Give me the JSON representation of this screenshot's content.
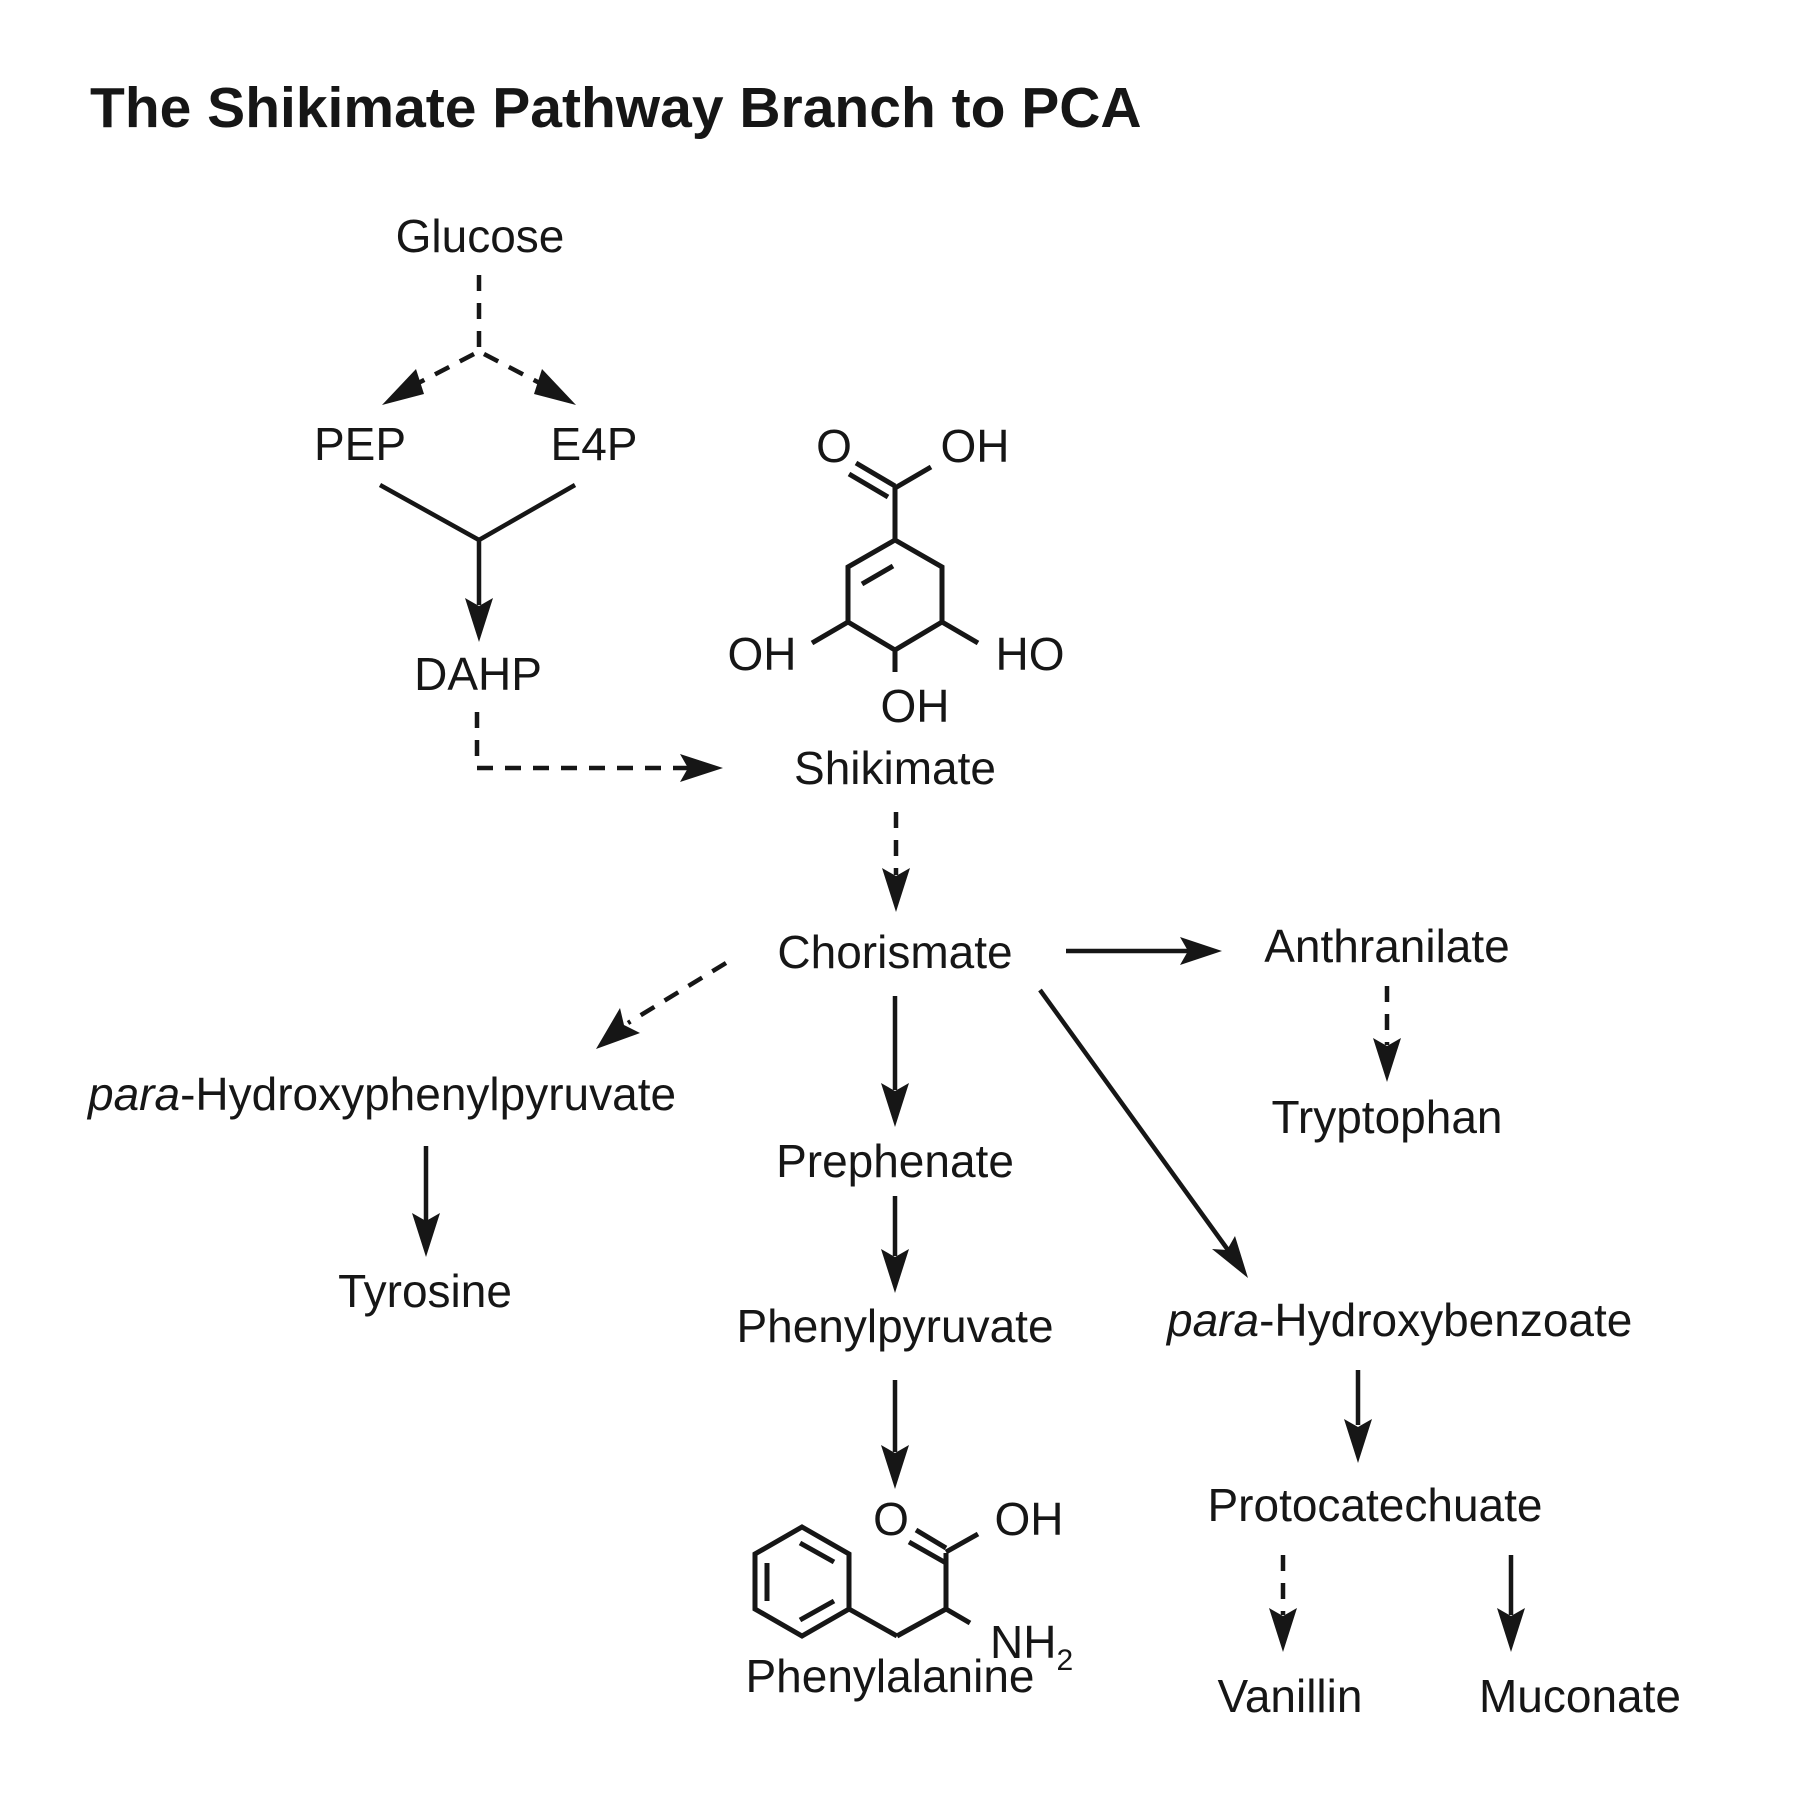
{
  "title": "The Shikimate Pathway Branch to PCA",
  "colors": {
    "ink": "#161616",
    "background": "#ffffff"
  },
  "compounds": {
    "glucose": "Glucose",
    "pep": "PEP",
    "e4p": "E4P",
    "dahp": "DAHP",
    "shikimate": "Shikimate",
    "chorismate": "Chorismate",
    "anthranilate": "Anthranilate",
    "tryptophan": "Tryptophan",
    "hpp_prefix": "para",
    "hpp_rest": "-Hydroxyphenylpyruvate",
    "tyrosine": "Tyrosine",
    "prephenate": "Prephenate",
    "phenylpyruvate": "Phenylpyruvate",
    "phenylalanine": "Phenylalanine",
    "phb_prefix": "para",
    "phb_rest": "-Hydroxybenzoate",
    "protocatechuate": "Protocatechuate",
    "vanillin": "Vanillin",
    "muconate": "Muconate"
  },
  "shikimate_structure": {
    "carbonyl_o": "O",
    "acid_oh": "OH",
    "oh_left": "OH",
    "oh_right": "HO",
    "oh_bottom": "OH"
  },
  "phenylalanine_structure": {
    "carbonyl_o": "O",
    "acid_oh": "OH",
    "amine": "NH",
    "amine_subscript": "2"
  },
  "arrows": [
    {
      "from": "Glucose",
      "to": "PEP",
      "style": "dashed"
    },
    {
      "from": "Glucose",
      "to": "E4P",
      "style": "dashed"
    },
    {
      "from": "PEP + E4P",
      "to": "DAHP",
      "style": "solid"
    },
    {
      "from": "DAHP",
      "to": "Shikimate",
      "style": "dashed"
    },
    {
      "from": "Shikimate",
      "to": "Chorismate",
      "style": "dashed"
    },
    {
      "from": "Chorismate",
      "to": "Anthranilate",
      "style": "solid"
    },
    {
      "from": "Anthranilate",
      "to": "Tryptophan",
      "style": "dashed"
    },
    {
      "from": "Chorismate",
      "to": "para-Hydroxyphenylpyruvate",
      "style": "dashed"
    },
    {
      "from": "para-Hydroxyphenylpyruvate",
      "to": "Tyrosine",
      "style": "solid"
    },
    {
      "from": "Chorismate",
      "to": "Prephenate",
      "style": "solid"
    },
    {
      "from": "Prephenate",
      "to": "Phenylpyruvate",
      "style": "solid"
    },
    {
      "from": "Phenylpyruvate",
      "to": "Phenylalanine",
      "style": "solid"
    },
    {
      "from": "Chorismate",
      "to": "para-Hydroxybenzoate",
      "style": "solid"
    },
    {
      "from": "para-Hydroxybenzoate",
      "to": "Protocatechuate",
      "style": "solid"
    },
    {
      "from": "Protocatechuate",
      "to": "Vanillin",
      "style": "dashed"
    },
    {
      "from": "Protocatechuate",
      "to": "Muconate",
      "style": "solid"
    }
  ]
}
